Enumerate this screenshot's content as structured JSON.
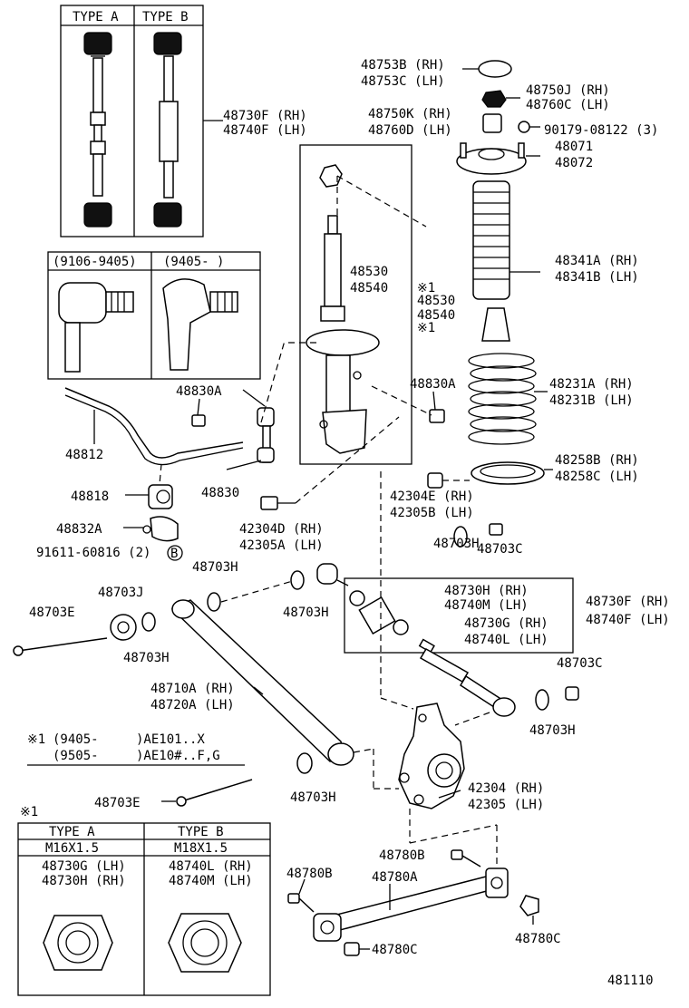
{
  "box_headers": {
    "type_a": "TYPE A",
    "type_b": "TYPE B",
    "date_range_1": "(9106-9405)",
    "date_range_2": "(9405-     )"
  },
  "labels": {
    "l1": "48753B (RH)",
    "l2": "48753C (LH)",
    "l3": "48750J (RH)",
    "l4": "48760C (LH)",
    "l5": "48750K (RH)",
    "l6": "48760D (LH)",
    "l7": "90179-08122 (3)",
    "l8": "48071",
    "l9": "48072",
    "l10": "48730F (RH)",
    "l11": "48740F (LH)",
    "l12": "48530",
    "l13": "48540",
    "l14": "※1",
    "l15": "48530",
    "l16": "48540",
    "l17": "※1",
    "l18": "48341A (RH)",
    "l19": "48341B (LH)",
    "l20": "48830A",
    "l21": "48830A",
    "l22": "48231A (RH)",
    "l23": "48231B (LH)",
    "l24": "48812",
    "l25": "48258B (RH)",
    "l26": "48258C (LH)",
    "l27": "48830",
    "l28": "48818",
    "l29": "42304E (RH)",
    "l30": "42305B (LH)",
    "l31": "48832A",
    "l32": "42304D (RH)",
    "l33": "42305A (LH)",
    "l34": "48703C",
    "l35": "91611-60816 (2)",
    "l36": "B",
    "l37": "48703H",
    "l38": "48703H",
    "l39": "48703J",
    "l40": "48730H (RH)",
    "l41": "48740M (LH)",
    "l42": "48730F (RH)",
    "l43": "48740F (LH)",
    "l44": "48703E",
    "l45": "48703H",
    "l46": "48730G (RH)",
    "l47": "48740L (LH)",
    "l48": "48703H",
    "l49": "48703C",
    "l50": "48710A (RH)",
    "l51": "48720A (LH)",
    "l52": "48703H",
    "l53": "42304 (RH)",
    "l54": "42305 (LH)",
    "l55": "48703H",
    "l56": "48703E",
    "l57": "48780B",
    "l58": "48780B",
    "l59": "48780A",
    "l60": "48780C",
    "l61": "48780C",
    "l62": "481110"
  },
  "note": {
    "mark": "※1",
    "row1_date": "(9405-",
    "row1_model": ")AE101..X",
    "row2_date": "(9505-",
    "row2_model": ")AE10#..F,G"
  },
  "table": {
    "mark": "※1",
    "type_a": "TYPE A",
    "type_b": "TYPE B",
    "spec_a": "M16X1.5",
    "spec_b": "M18X1.5",
    "a_part1": "48730G (LH)",
    "a_part2": "48730H (RH)",
    "b_part1": "48740L (RH)",
    "b_part2": "48740M (LH)"
  }
}
